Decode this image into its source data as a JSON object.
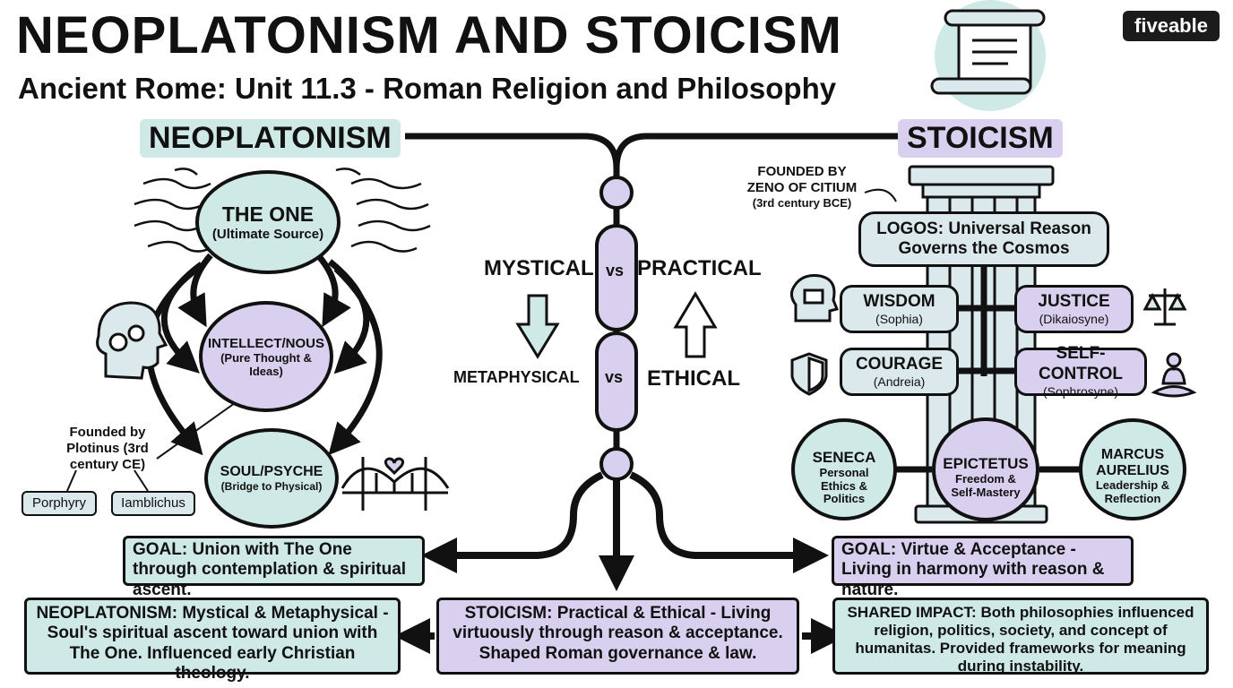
{
  "header": {
    "title": "NEOPLATONISM AND STOICISM",
    "subtitle": "Ancient Rome: Unit 11.3 - Roman Religion and Philosophy",
    "logo": "fiveable"
  },
  "neoplatonism": {
    "heading": "NEOPLATONISM",
    "the_one": {
      "title": "THE ONE",
      "subtitle": "(Ultimate Source)"
    },
    "intellect": {
      "title": "INTELLECT/NOUS",
      "subtitle": "(Pure Thought & Ideas)"
    },
    "soul": {
      "title": "SOUL/PSYCHE",
      "subtitle": "(Bridge to Physical)"
    },
    "founded": "Founded by Plotinus (3rd century CE)",
    "followers": [
      "Porphyry",
      "Iamblichus"
    ],
    "goal": "GOAL: Union with The One through contemplation & spiritual ascent."
  },
  "center": {
    "row1": {
      "left": "MYSTICAL",
      "vs": "vs",
      "right": "PRACTICAL"
    },
    "row2": {
      "left": "METAPHYSICAL",
      "vs": "vs",
      "right": "ETHICAL"
    }
  },
  "stoicism": {
    "heading": "STOICISM",
    "founded_line1": "FOUNDED BY",
    "founded_line2": "ZENO OF CITIUM",
    "founded_line3": "(3rd century BCE)",
    "logos": "LOGOS: Universal Reason Governs the Cosmos",
    "virtues": [
      {
        "title": "WISDOM",
        "subtitle": "(Sophia)"
      },
      {
        "title": "JUSTICE",
        "subtitle": "(Dikaiosyne)"
      },
      {
        "title": "COURAGE",
        "subtitle": "(Andreia)"
      },
      {
        "title": "SELF-CONTROL",
        "subtitle": "(Sophrosyne)"
      }
    ],
    "thinkers": [
      {
        "name": "SENECA",
        "desc": "Personal Ethics & Politics"
      },
      {
        "name": "EPICTETUS",
        "desc": "Freedom & Self-Mastery"
      },
      {
        "name": "MARCUS AURELIUS",
        "desc": "Leadership & Reflection"
      }
    ],
    "goal": "GOAL: Virtue & Acceptance - Living in harmony with reason & nature."
  },
  "summaries": {
    "neo_label": "NEOPLATONISM:",
    "neo_text": "Mystical & Metaphysical - Soul's spiritual ascent toward union with The One. Influenced early Christian theology.",
    "sto_label": "STOICISM:",
    "sto_text": "Practical & Ethical - Living virtuously through reason & acceptance. Shaped Roman governance & law.",
    "shared_label": "SHARED IMPACT:",
    "shared_text": "Both philosophies influenced religion, politics, society, and concept of humanitas. Provided frameworks for meaning during instability."
  },
  "icons": [
    "scroll-icon",
    "head-gears-icon",
    "bridge-heart-icon",
    "column-icon",
    "book-head-icon",
    "scales-icon",
    "shield-icon",
    "meditation-icon",
    "document-icon",
    "chain-icon",
    "laurel-icon"
  ],
  "colors": {
    "teal": "#cfe9e6",
    "lavender": "#d9d0ef",
    "light_blue": "#dbe9ec",
    "ink": "#111111"
  }
}
